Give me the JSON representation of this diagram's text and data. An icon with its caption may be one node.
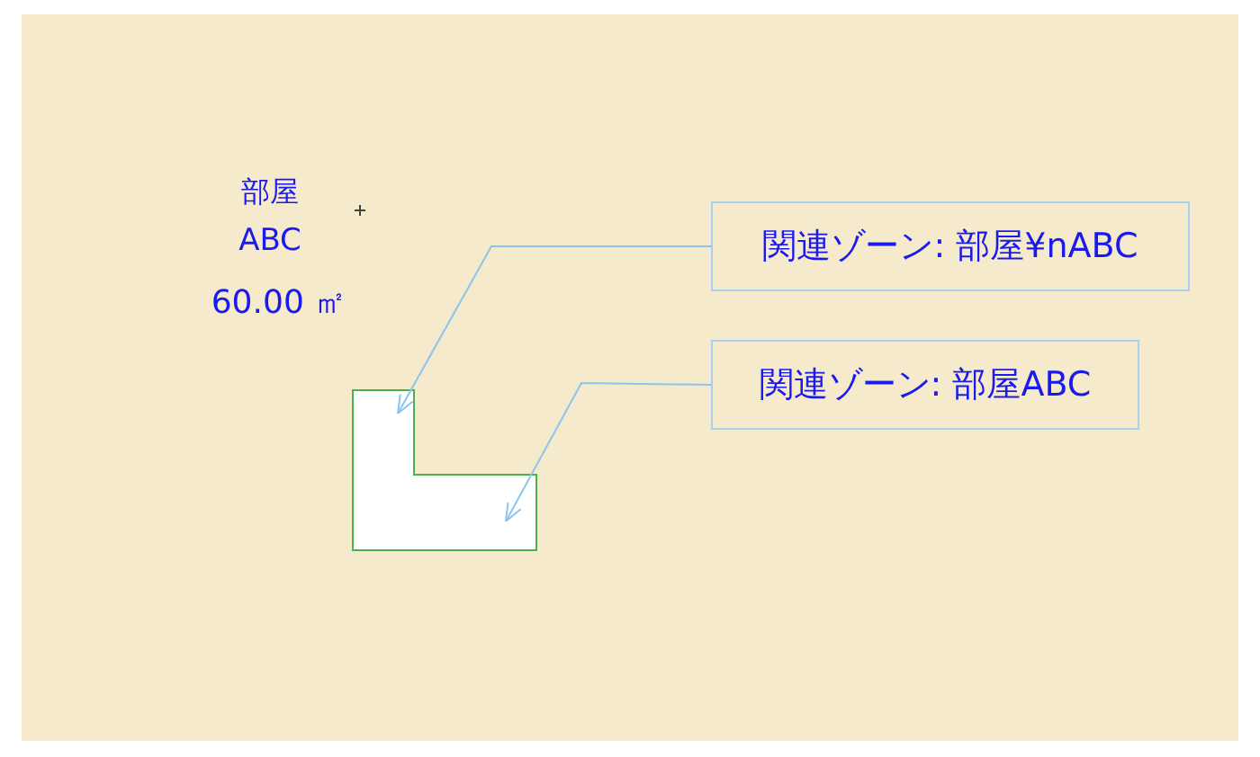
{
  "diagram": {
    "nodes": [
      {
        "text": [
          "関連ゾーン: 部屋¥nABC"
        ]
      },
      {
        "text": [
          "関連ゾーン: 部屋ABC"
        ]
      },
      {
        "text": [],
        "shape": "box"
      }
    ],
    "edges": [
      {
        "from": 0,
        "to": 2,
        "arrow": "to"
      },
      {
        "from": 1,
        "to": 2,
        "arrow": "to"
      }
    ],
    "labels": [
      "部屋",
      "ABC",
      "60.00 ㎡"
    ]
  }
}
